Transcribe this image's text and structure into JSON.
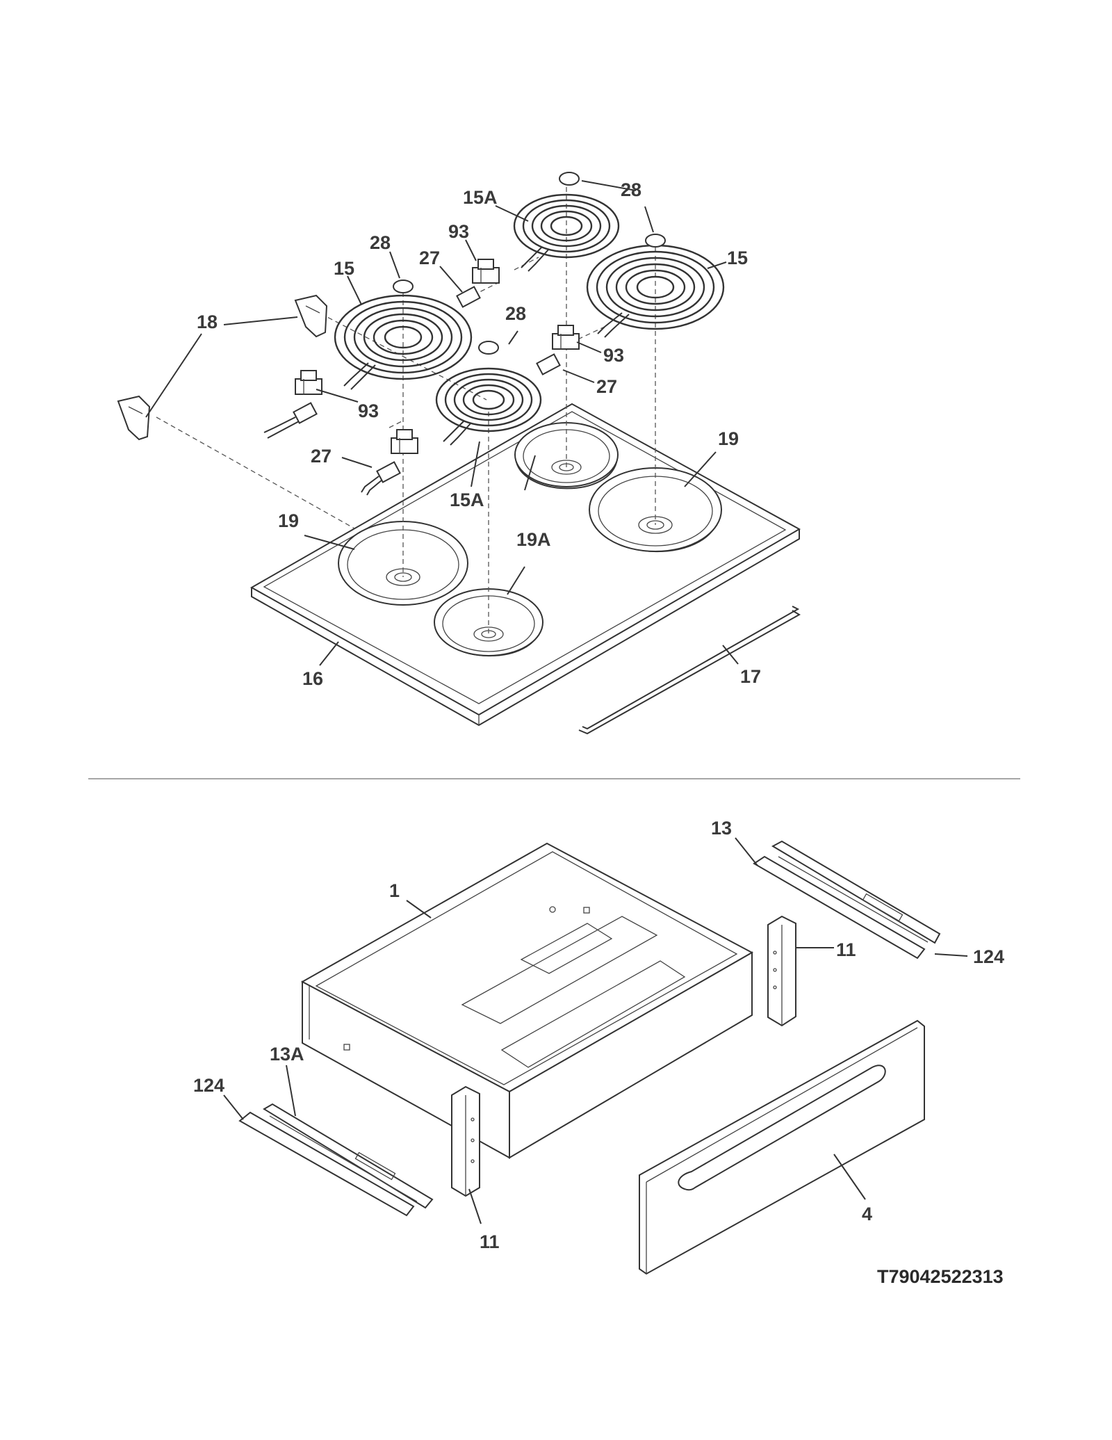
{
  "callouts": {
    "c1": "1",
    "c4": "4",
    "c11a": "11",
    "c11b": "11",
    "c13": "13",
    "c13A": "13A",
    "c15a": "15",
    "c15b": "15",
    "c15Aa": "15A",
    "c15Ab": "15A",
    "c16": "16",
    "c17": "17",
    "c18": "18",
    "c19a": "19",
    "c19b": "19",
    "c19A": "19A",
    "c27a": "27",
    "c27b": "27",
    "c27c": "27",
    "c28a": "28",
    "c28b": "28",
    "c28c": "28",
    "c93a": "93",
    "c93b": "93",
    "c93c": "93",
    "c124a": "124",
    "c124b": "124"
  },
  "diagram_code": "T79042522313",
  "colors": {
    "line": "#333333",
    "background": "#ffffff",
    "divider": "#888888"
  }
}
